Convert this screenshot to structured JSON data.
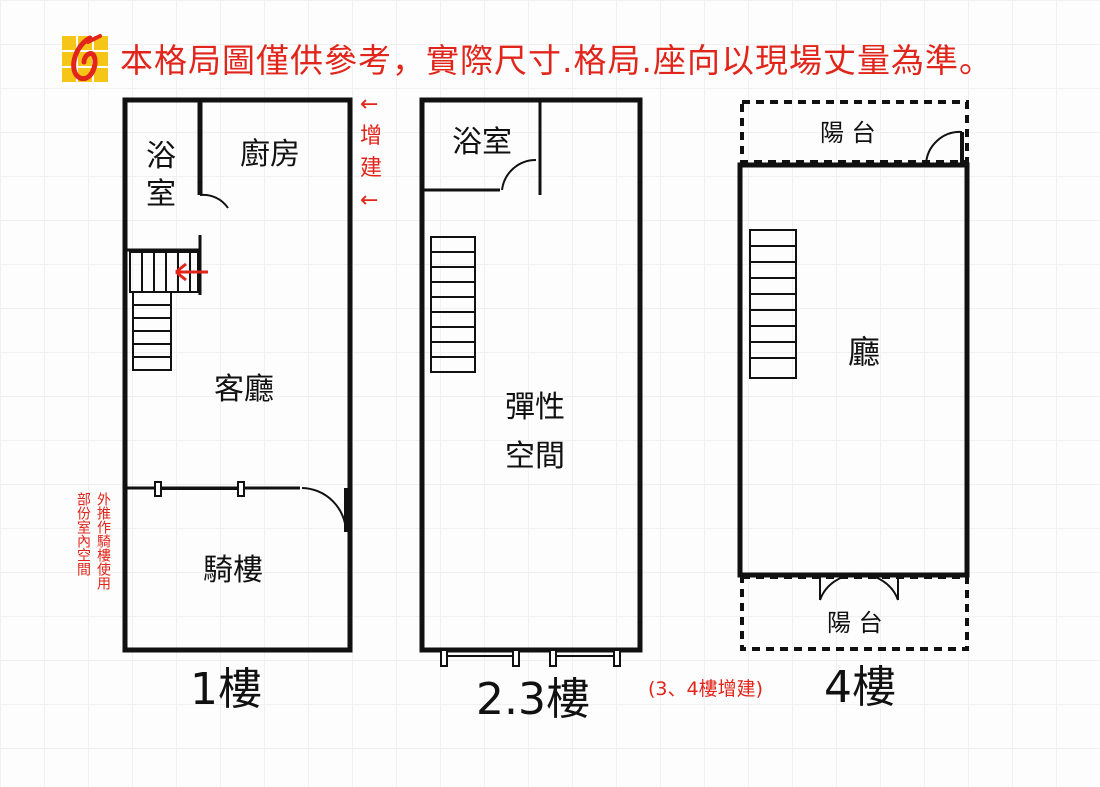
{
  "header": {
    "text": "本格局圖僅供參考，實際尺寸.格局.座向以現場丈量為準。"
  },
  "floor1": {
    "bathroom": [
      "浴",
      "室"
    ],
    "kitchen": "廚房",
    "living_room": "客廳",
    "arcade": "騎樓",
    "addition_note": [
      "←",
      "增",
      "建",
      "←"
    ],
    "side_note_left": "部份室內空間",
    "side_note_right": "外推作騎樓使用",
    "floor_label": "1樓"
  },
  "floor23": {
    "bathroom": "浴室",
    "flex_space": [
      "彈性",
      "空間"
    ],
    "floor_label": "2.3樓",
    "addition_note": "(3、4樓增建)"
  },
  "floor4": {
    "balcony_top": "陽 台",
    "hall": "廳",
    "balcony_bottom": "陽 台",
    "floor_label": "4樓"
  },
  "colors": {
    "accent": "#e1251b",
    "wall": "#111111",
    "logo_yellow": "#f5c518"
  }
}
